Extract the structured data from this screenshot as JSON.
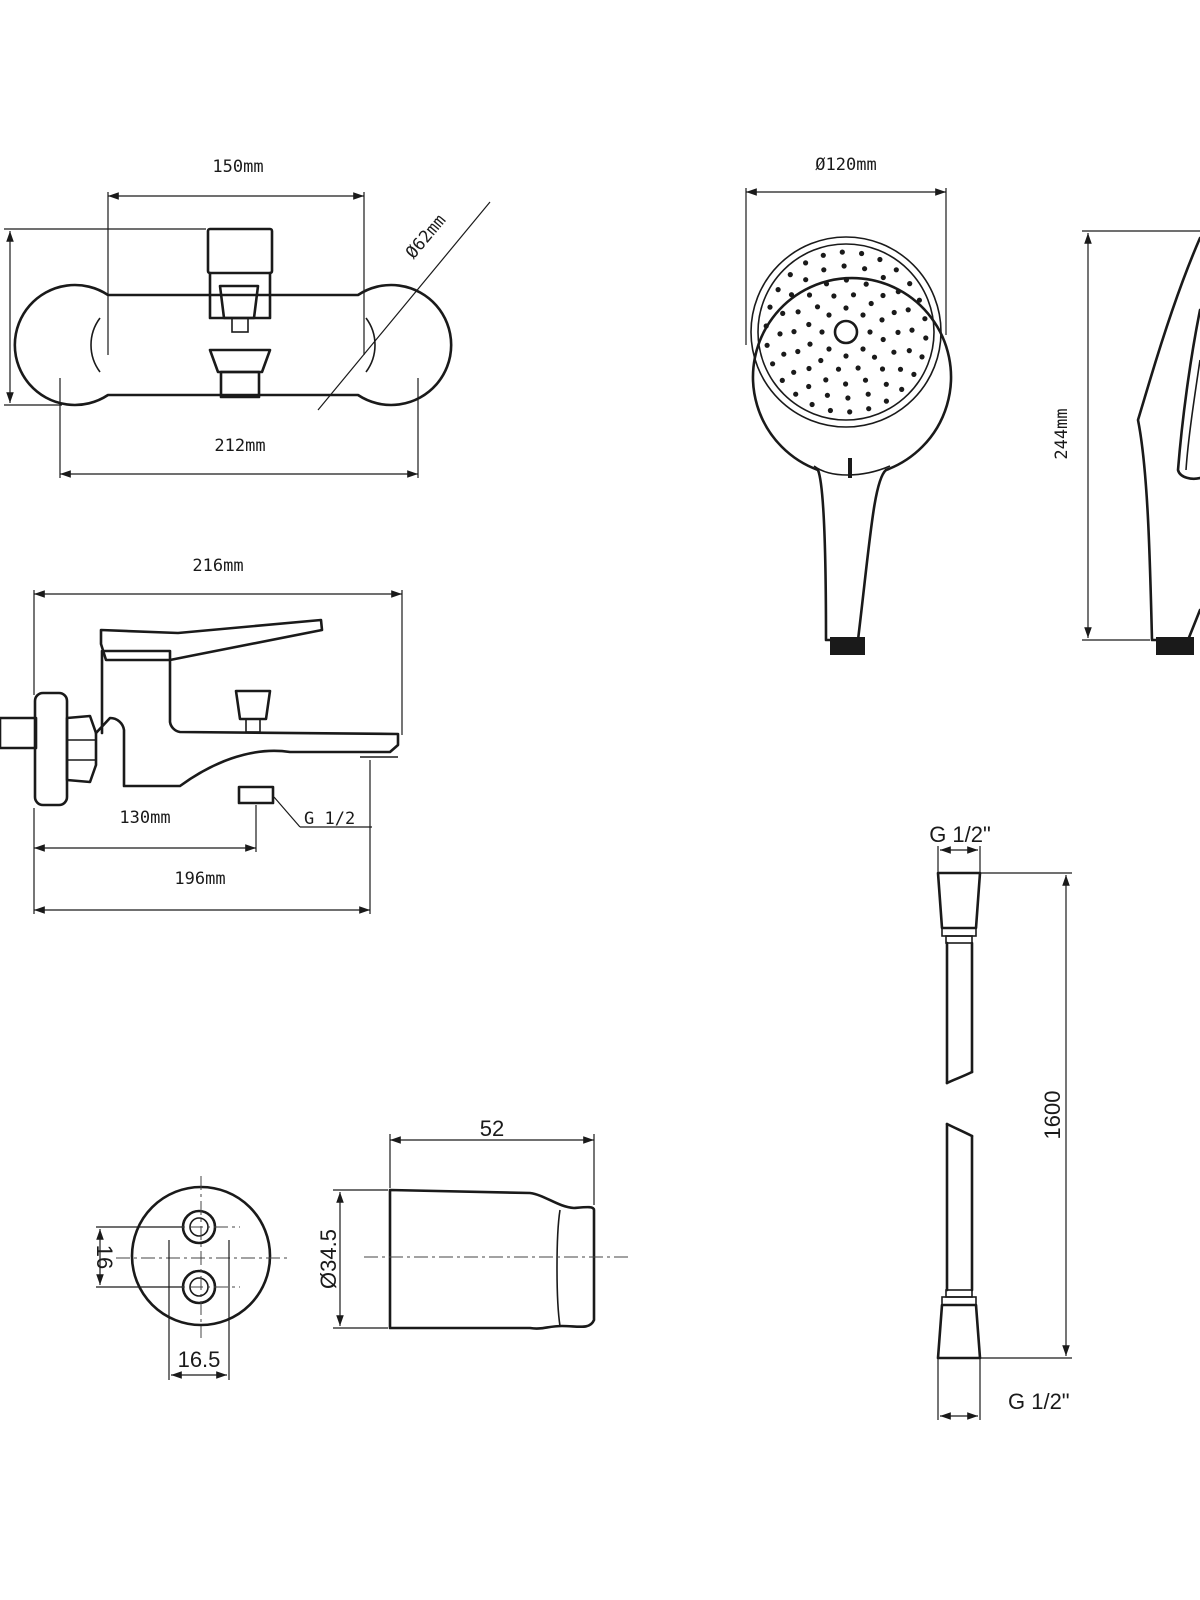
{
  "labels": {
    "top_width": "150mm",
    "top_diameter": "Ø62mm",
    "top_total": "212mm",
    "side_total": "216mm",
    "side_outlet": "130mm",
    "side_thread": "G 1/2",
    "side_base": "196mm",
    "head_diameter": "Ø120mm",
    "head_length": "244mm",
    "holder_length": "52",
    "holder_diameter": "Ø34.5",
    "plate_spacing": "16",
    "plate_offset": "16.5",
    "hose_top_thread": "G 1/2\"",
    "hose_length": "1600",
    "hose_bottom_thread": "G 1/2\""
  }
}
